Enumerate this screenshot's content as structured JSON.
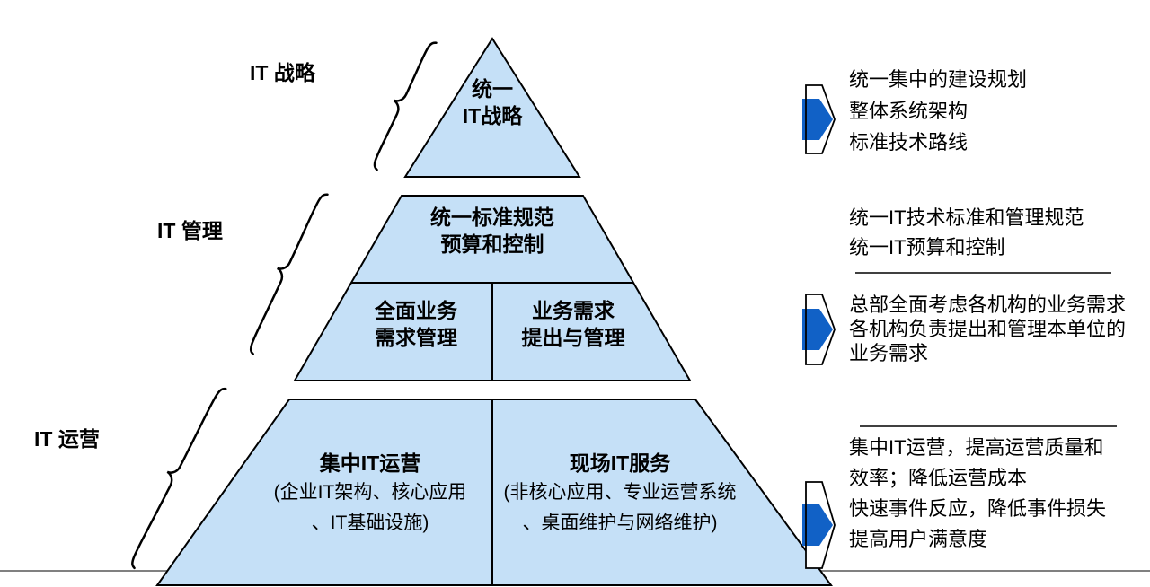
{
  "pyramid": {
    "level1": {
      "label": "统一\nIT战略"
    },
    "level2": {
      "top": "统一标准规范\n预算和控制",
      "left": "全面业务\n需求管理",
      "right": "业务需求\n提出与管理"
    },
    "level3": {
      "left_title": "集中IT运营",
      "left_sub": "(企业IT架构、核心应用\n、IT基础设施)",
      "right_title": "现场IT服务",
      "right_sub": "(非核心应用、专业运营系统\n、桌面维护与网络维护)"
    }
  },
  "side_labels": {
    "strategy": "IT 战略",
    "management": "IT 管理",
    "operations": "IT 运营"
  },
  "annotations": {
    "strategy": "统一集中的建设规划\n整体系统架构\n标准技术路线",
    "management_top": "统一IT技术标准和管理规范\n统一IT预算和控制",
    "management_bottom": "总部全面考虑各机构的业务需求\n各机构负责提出和管理本单位的\n业务需求",
    "operations": "集中IT运营，提高运营质量和\n效率；降低运营成本\n快速事件反应，降低事件损失\n提高用户满意度"
  },
  "colors": {
    "pyramid_fill": "#C5E0F7",
    "arrow_blue": "#1161C6",
    "baseline_gray": "#808080",
    "outline_black": "#000000"
  }
}
